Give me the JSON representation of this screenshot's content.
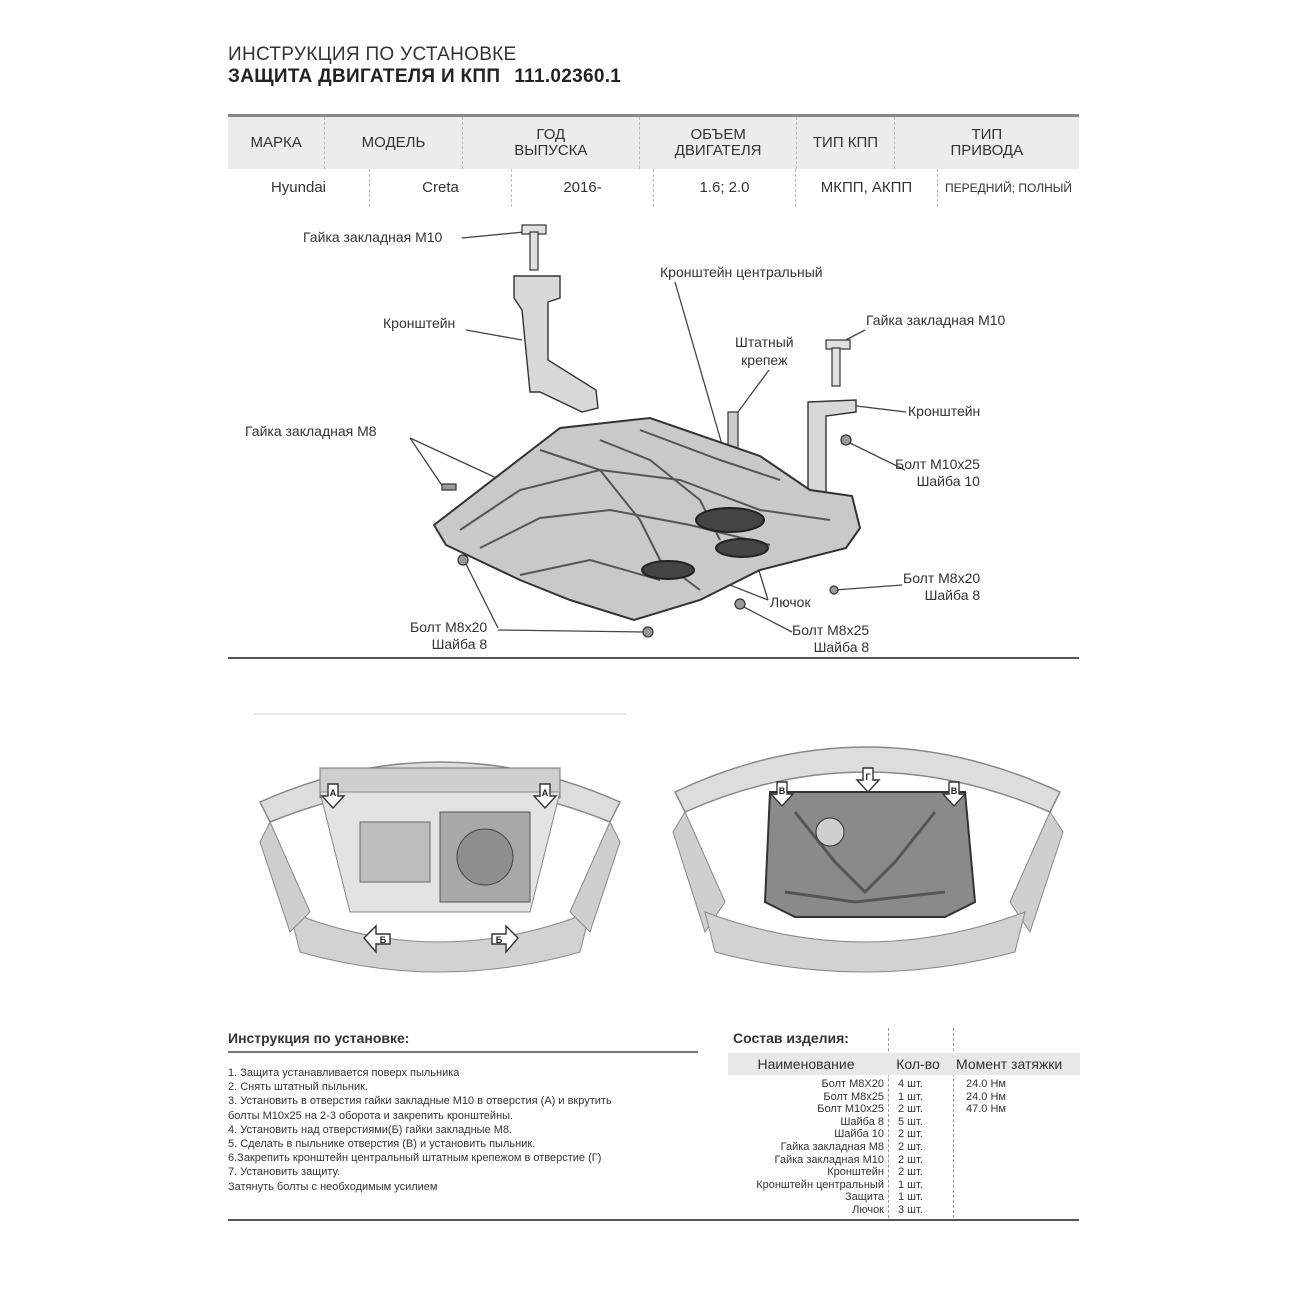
{
  "header": {
    "title": "ИНСТРУКЦИЯ ПО УСТАНОВКЕ",
    "subtitle": "ЗАЩИТА ДВИГАТЕЛЯ И КПП",
    "part_number": "111.02360.1"
  },
  "spec_table": {
    "headers": [
      "МАРКА",
      "МОДЕЛЬ",
      "ГОД ВЫПУСКА",
      "ОБЪЕМ ДВИГАТЕЛЯ",
      "ТИП КПП",
      "ТИП ПРИВОДА"
    ],
    "values": [
      "Hyundai",
      "Creta",
      "2016-",
      "1.6; 2.0",
      "МКПП, АКПП",
      "ПЕРЕДНИЙ; ПОЛНЫЙ"
    ]
  },
  "diagram_labels": {
    "nut_m10_top": "Гайка закладная М10",
    "bracket_left": "Кронштейн",
    "bracket_central": "Кронштейн центральный",
    "standard_fastener_1": "Штатный",
    "standard_fastener_2": "крепеж",
    "nut_m10_right": "Гайка закладная М10",
    "bracket_right": "Кронштейн",
    "nut_m8": "Гайка закладная М8",
    "bolt_m10x25": "Болт М10х25",
    "washer_10": "Шайба 10",
    "bolt_m8x20_right": "Болт М8х20",
    "washer_8_right": "Шайба 8",
    "hatch": "Лючок",
    "bolt_m8x20_left": "Болт М8х20",
    "washer_8_left": "Шайба 8",
    "bolt_m8x25": "Болт М8х25",
    "washer_8_mid": "Шайба 8"
  },
  "photo_markers": {
    "a": "А",
    "b": "Б",
    "v": "В",
    "g": "Г"
  },
  "instructions": {
    "heading": "Инструкция по установке:",
    "lines": [
      "1. Защита устанавливается поверх пыльника",
      "2. Снять штатный пыльник.",
      "3. Установить в отверстия гайки закладные М10 в отверстия (А) и вкрутить",
      "болты М10х25 на 2-3 оборота и закрепить кронштейны.",
      "4. Установить над отверстиями(Б) гайки закладные М8.",
      "5. Сделать в пыльнике отверстия (В) и установить пыльник.",
      "6.Закрепить кронштейн центральный штатным крепежом в отверстие (Г)",
      "7. Установить защиту.",
      "Затянуть болты с необходимым усилием"
    ]
  },
  "composition": {
    "heading": "Состав изделия:",
    "col_name": "Наименование",
    "col_qty": "Кол-во",
    "col_torque": "Момент затяжки",
    "rows": [
      {
        "name": "Болт М8Х20",
        "qty": "4 шт.",
        "torque": "24.0 Нм"
      },
      {
        "name": "Болт М8х25",
        "qty": "1 шт.",
        "torque": "24.0 Нм"
      },
      {
        "name": "Болт М10х25",
        "qty": "2 шт.",
        "torque": "47.0 Нм"
      },
      {
        "name": "Шайба 8",
        "qty": "5 шт.",
        "torque": ""
      },
      {
        "name": "Шайба 10",
        "qty": "2 шт.",
        "torque": ""
      },
      {
        "name": "Гайка закладная М8",
        "qty": "2 шт.",
        "torque": ""
      },
      {
        "name": "Гайка закладная М10",
        "qty": "2 шт.",
        "torque": ""
      },
      {
        "name": "Кронштейн",
        "qty": "2 шт.",
        "torque": ""
      },
      {
        "name": "Кронштейн центральный",
        "qty": "1 шт.",
        "torque": ""
      },
      {
        "name": "Защита",
        "qty": "1 шт.",
        "torque": ""
      },
      {
        "name": "Лючок",
        "qty": "3 шт.",
        "torque": ""
      }
    ]
  }
}
